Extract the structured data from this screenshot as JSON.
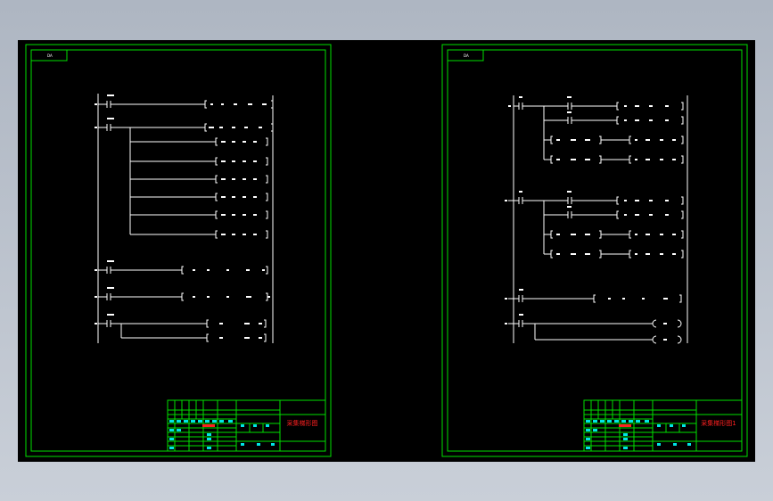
{
  "sheets": [
    {
      "corner_tag": "DA",
      "title_block_name": "采集梯形图"
    },
    {
      "corner_tag": "DA",
      "title_block_name": "采集梯形图1"
    }
  ],
  "colors": {
    "background_outer": "#b8bfca",
    "drawing_bg": "#000000",
    "frame": "#00e000",
    "lines": "#ffffff",
    "title_text": "#ff2020",
    "table_text": "#00e5e5"
  }
}
